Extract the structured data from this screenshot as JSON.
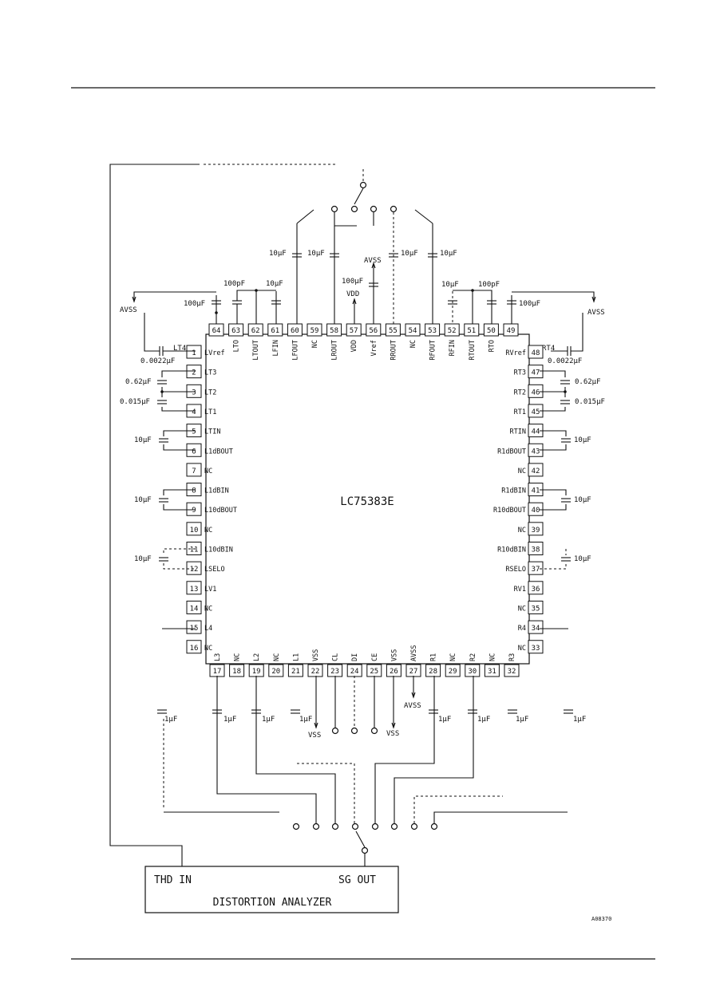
{
  "chip": {
    "part": "LC75383E",
    "left_pins": [
      {
        "num": "1",
        "name": "LVref"
      },
      {
        "num": "2",
        "name": "LT3"
      },
      {
        "num": "3",
        "name": "LT2"
      },
      {
        "num": "4",
        "name": "LT1"
      },
      {
        "num": "5",
        "name": "LTIN"
      },
      {
        "num": "6",
        "name": "L1dBOUT"
      },
      {
        "num": "7",
        "name": "NC"
      },
      {
        "num": "8",
        "name": "L1dBIN"
      },
      {
        "num": "9",
        "name": "L10dBOUT"
      },
      {
        "num": "10",
        "name": "NC"
      },
      {
        "num": "11",
        "name": "L10dBIN"
      },
      {
        "num": "12",
        "name": "LSELO"
      },
      {
        "num": "13",
        "name": "LV1"
      },
      {
        "num": "14",
        "name": "NC"
      },
      {
        "num": "15",
        "name": "L4"
      },
      {
        "num": "16",
        "name": "NC"
      }
    ],
    "right_pins": [
      {
        "num": "48",
        "name": "RVref"
      },
      {
        "num": "47",
        "name": "RT3"
      },
      {
        "num": "46",
        "name": "RT2"
      },
      {
        "num": "45",
        "name": "RT1"
      },
      {
        "num": "44",
        "name": "RTIN"
      },
      {
        "num": "43",
        "name": "R1dBOUT"
      },
      {
        "num": "42",
        "name": "NC"
      },
      {
        "num": "41",
        "name": "R1dBIN"
      },
      {
        "num": "40",
        "name": "R10dBOUT"
      },
      {
        "num": "39",
        "name": "NC"
      },
      {
        "num": "38",
        "name": "R10dBIN"
      },
      {
        "num": "37",
        "name": "RSELO"
      },
      {
        "num": "36",
        "name": "RV1"
      },
      {
        "num": "35",
        "name": "NC"
      },
      {
        "num": "34",
        "name": "R4"
      },
      {
        "num": "33",
        "name": "NC"
      }
    ],
    "top_pins": [
      {
        "num": "64",
        "name": ""
      },
      {
        "num": "63",
        "name": "LTO"
      },
      {
        "num": "62",
        "name": "LTOUT"
      },
      {
        "num": "61",
        "name": "LFIN"
      },
      {
        "num": "60",
        "name": "LFOUT"
      },
      {
        "num": "59",
        "name": "NC"
      },
      {
        "num": "58",
        "name": "LROUT"
      },
      {
        "num": "57",
        "name": "VDD"
      },
      {
        "num": "56",
        "name": "Vref"
      },
      {
        "num": "55",
        "name": "RROUT"
      },
      {
        "num": "54",
        "name": "NC"
      },
      {
        "num": "53",
        "name": "RFOUT"
      },
      {
        "num": "52",
        "name": "RFIN"
      },
      {
        "num": "51",
        "name": "RTOUT"
      },
      {
        "num": "50",
        "name": "RTO"
      },
      {
        "num": "49",
        "name": ""
      }
    ],
    "bottom_pins": [
      {
        "num": "17",
        "name": "L3"
      },
      {
        "num": "18",
        "name": "NC"
      },
      {
        "num": "19",
        "name": "L2"
      },
      {
        "num": "20",
        "name": "NC"
      },
      {
        "num": "21",
        "name": "L1"
      },
      {
        "num": "22",
        "name": "VSS"
      },
      {
        "num": "23",
        "name": "CL"
      },
      {
        "num": "24",
        "name": "DI"
      },
      {
        "num": "25",
        "name": "CE"
      },
      {
        "num": "26",
        "name": "VSS"
      },
      {
        "num": "27",
        "name": "AVSS"
      },
      {
        "num": "28",
        "name": "R1"
      },
      {
        "num": "29",
        "name": "NC"
      },
      {
        "num": "30",
        "name": "R2"
      },
      {
        "num": "31",
        "name": "NC"
      },
      {
        "num": "32",
        "name": "R3"
      }
    ]
  },
  "labels": {
    "avss_left": "AVSS",
    "avss_right": "AVSS",
    "avss_top": "AVSS",
    "avss_bottom": "AVSS",
    "vdd": "VDD",
    "vss_a": "VSS",
    "vss_b": "VSS",
    "lt4": "LT4",
    "rt4": "RT4",
    "cap_100uf_l": "100μF",
    "cap_100uf_r": "100μF",
    "cap_100pf_l": "100pF",
    "cap_100pf_r": "100pF",
    "cap_10uf_61": "10μF",
    "cap_10uf_52": "10μF",
    "cap_10uf_60": "10μF",
    "cap_10uf_58": "10μF",
    "cap_10uf_55": "10μF",
    "cap_10uf_53": "10μF",
    "cap_100uf_vdd": "100μF",
    "cap_0022_l": "0.0022μF",
    "cap_0022_r": "0.0022μF",
    "cap_062_l": "0.62μF",
    "cap_062_r": "0.62μF",
    "cap_0015_l": "0.015μF",
    "cap_0015_r": "0.015μF",
    "cap_10uf_l5": "10μF",
    "cap_10uf_l8": "10μF",
    "cap_10uf_l11": "10μF",
    "cap_10uf_r44": "10μF",
    "cap_10uf_r41": "10μF",
    "cap_10uf_r38": "10μF",
    "cap_1uf": [
      "1μF",
      "1μF",
      "1μF",
      "1μF",
      "1μF",
      "1μF",
      "1μF",
      "1μF"
    ],
    "figure_id": "A08370"
  },
  "analyzer": {
    "thd_in": "THD IN",
    "sg_out": "SG OUT",
    "title": "DISTORTION ANALYZER"
  }
}
